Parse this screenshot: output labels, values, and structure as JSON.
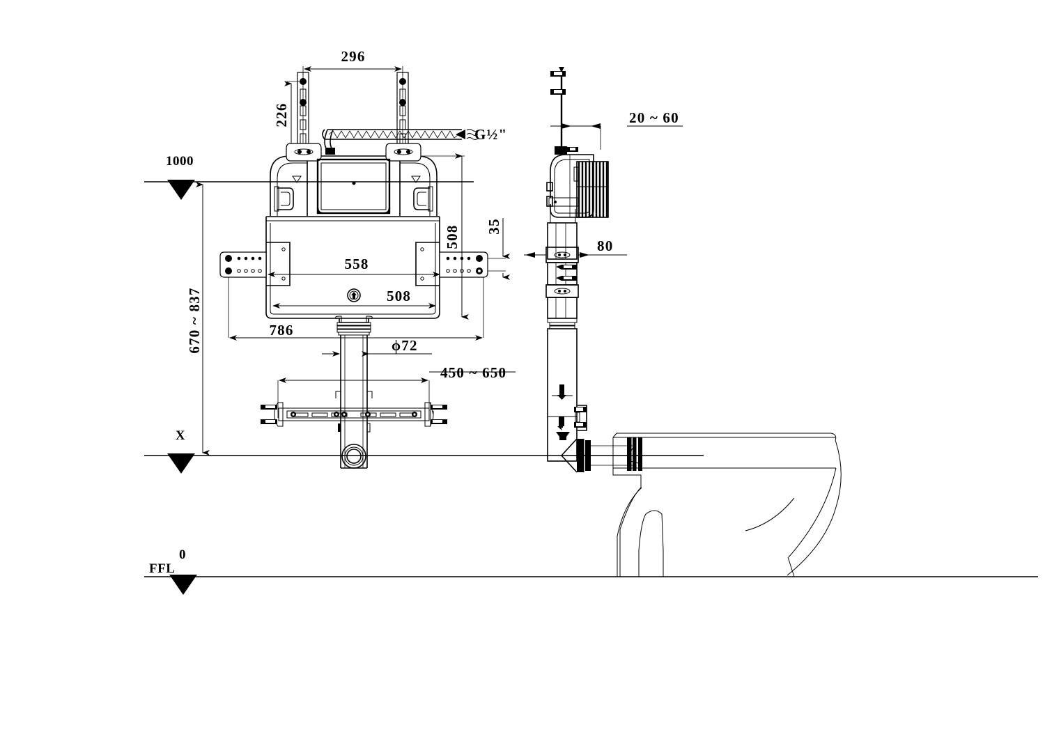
{
  "drawing": {
    "title": "Concealed cistern installation drawing",
    "type": "technical-drawing",
    "line_color": "#000000",
    "background_color": "#ffffff"
  },
  "dimensions": {
    "top_width": "296",
    "rail_height": "226",
    "water_inlet": "G½\"",
    "cistern_height": "508",
    "bracket_offset": "35",
    "frame_width": "558",
    "cistern_width": "508",
    "total_width": "786",
    "outlet_diameter": "ϕ72",
    "bolt_spacing": "450 ~ 650",
    "side_offset": "20 ~ 60",
    "side_depth": "80"
  },
  "levels": {
    "top_level": "1000",
    "seat_level_label": "X",
    "seat_range": "670 ~ 837",
    "floor_level_label": "FFL",
    "floor_level_value": "0"
  },
  "symbols": {
    "water_supply": "water-flow-icon",
    "cistern_mark": "circled-marker-icon",
    "level_marker": "level-triangle-icon"
  }
}
